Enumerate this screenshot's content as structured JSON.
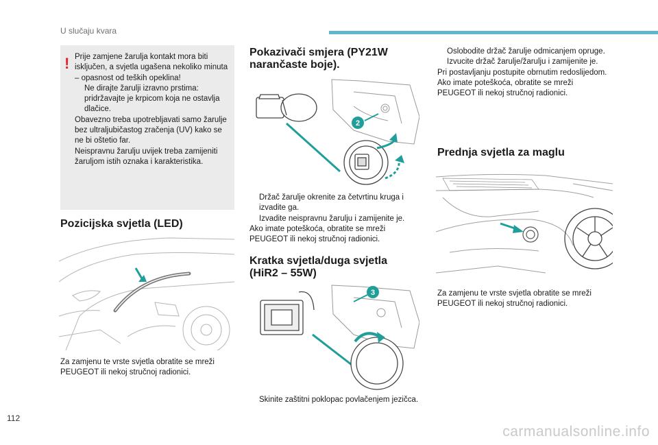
{
  "header": {
    "section": "U slučaju kvara",
    "accent": "#5fb7cf"
  },
  "page_number": "112",
  "watermark": "carmanualsonline.info",
  "warning": {
    "intro": "Prije zamjene žarulja kontakt mora biti isključen, a svjetla ugašena nekoliko minuta – opasnost od teških opeklina!",
    "bullet": "Ne dirajte žarulji izravno prstima: pridržavajte je krpicom koja ne ostavlja dlačice.",
    "p1": "Obavezno treba upotrebljavati samo žarulje bez ultraljubičastog zračenja (UV) kako se ne bi oštetio far.",
    "p2": "Neispravnu žarulju uvijek treba zamijeniti žaruljom istih oznaka i karakteristika."
  },
  "position_lights": {
    "title": "Pozicijska svjetla (LED)",
    "text": "Za zamjenu te vrste svjetla obratite se mreži PEUGEOT ili nekoj stručnoj radionici."
  },
  "indicators": {
    "title_line1": "Pokazivači smjera (PY21W",
    "title_line2": "narančaste boje).",
    "bullet1": "Držač žarulje okrenite za četvrtinu kruga i izvadite ga.",
    "bullet2": "Izvadite neispravnu žarulju i zamijenite je.",
    "text": "Ako imate poteškoća, obratite se mreži PEUGEOT ili nekoj stručnoj radionici.",
    "step": "2"
  },
  "dipped_main": {
    "title_line1": "Kratka svjetla/duga svjetla",
    "title_line2": "(HiR2 – 55W)",
    "bullet": "Skinite zaštitni poklopac povlačenjem jezičca.",
    "step": "3"
  },
  "col3": {
    "bullet1": "Oslobodite držač žarulje odmicanjem opruge.",
    "bullet2": "Izvucite držač žarulje/žarulju i zamijenite je.",
    "p1": "Pri postavljanju postupite obrnutim redoslijedom.",
    "p2": "Ako imate poteškoća, obratite se mreži PEUGEOT ili nekoj stručnoj radionici."
  },
  "fog": {
    "title": "Prednja svjetla za maglu",
    "text": "Za zamjenu te vrste svjetla obratite se mreži PEUGEOT ili nekoj stručnoj radionici."
  },
  "bullet_symbol": "",
  "warning_symbol": "!"
}
